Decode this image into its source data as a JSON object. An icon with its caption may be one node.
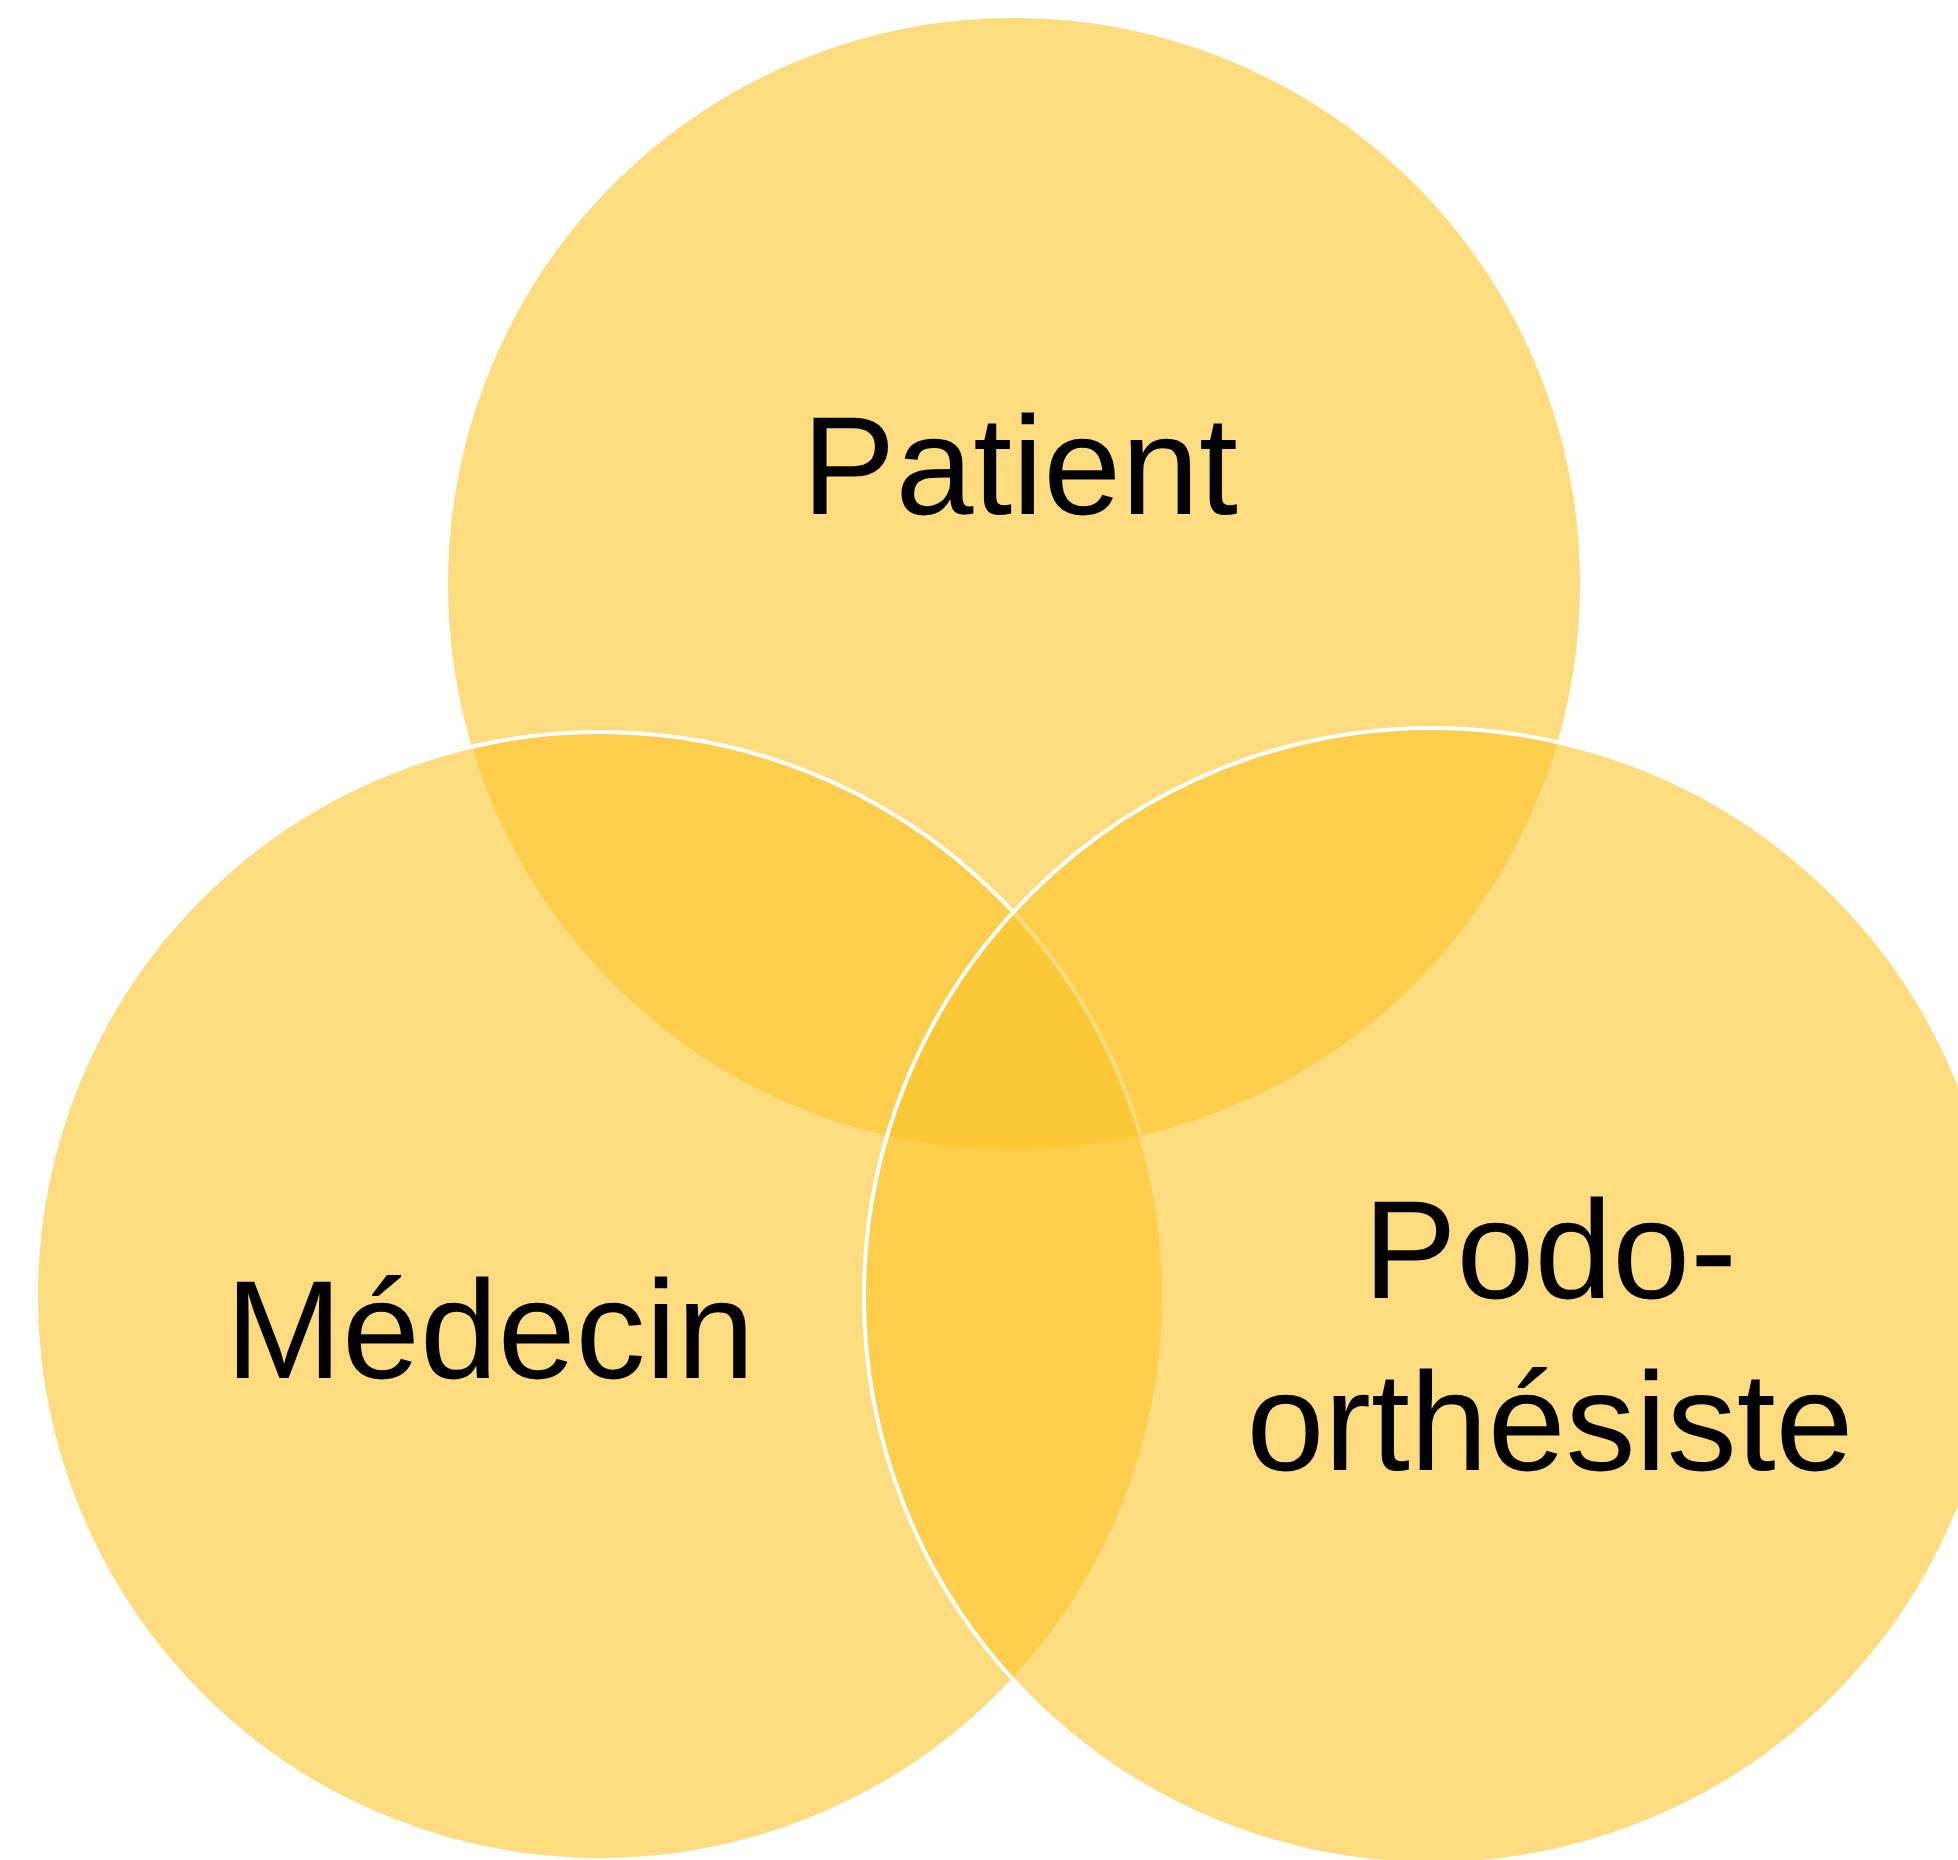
{
  "diagram": {
    "nodes": [
      {
        "text": [
          "Patient"
        ]
      },
      {
        "text": [
          "Médecin"
        ]
      },
      {
        "text": [
          "Podo- orthésiste"
        ]
      }
    ]
  }
}
